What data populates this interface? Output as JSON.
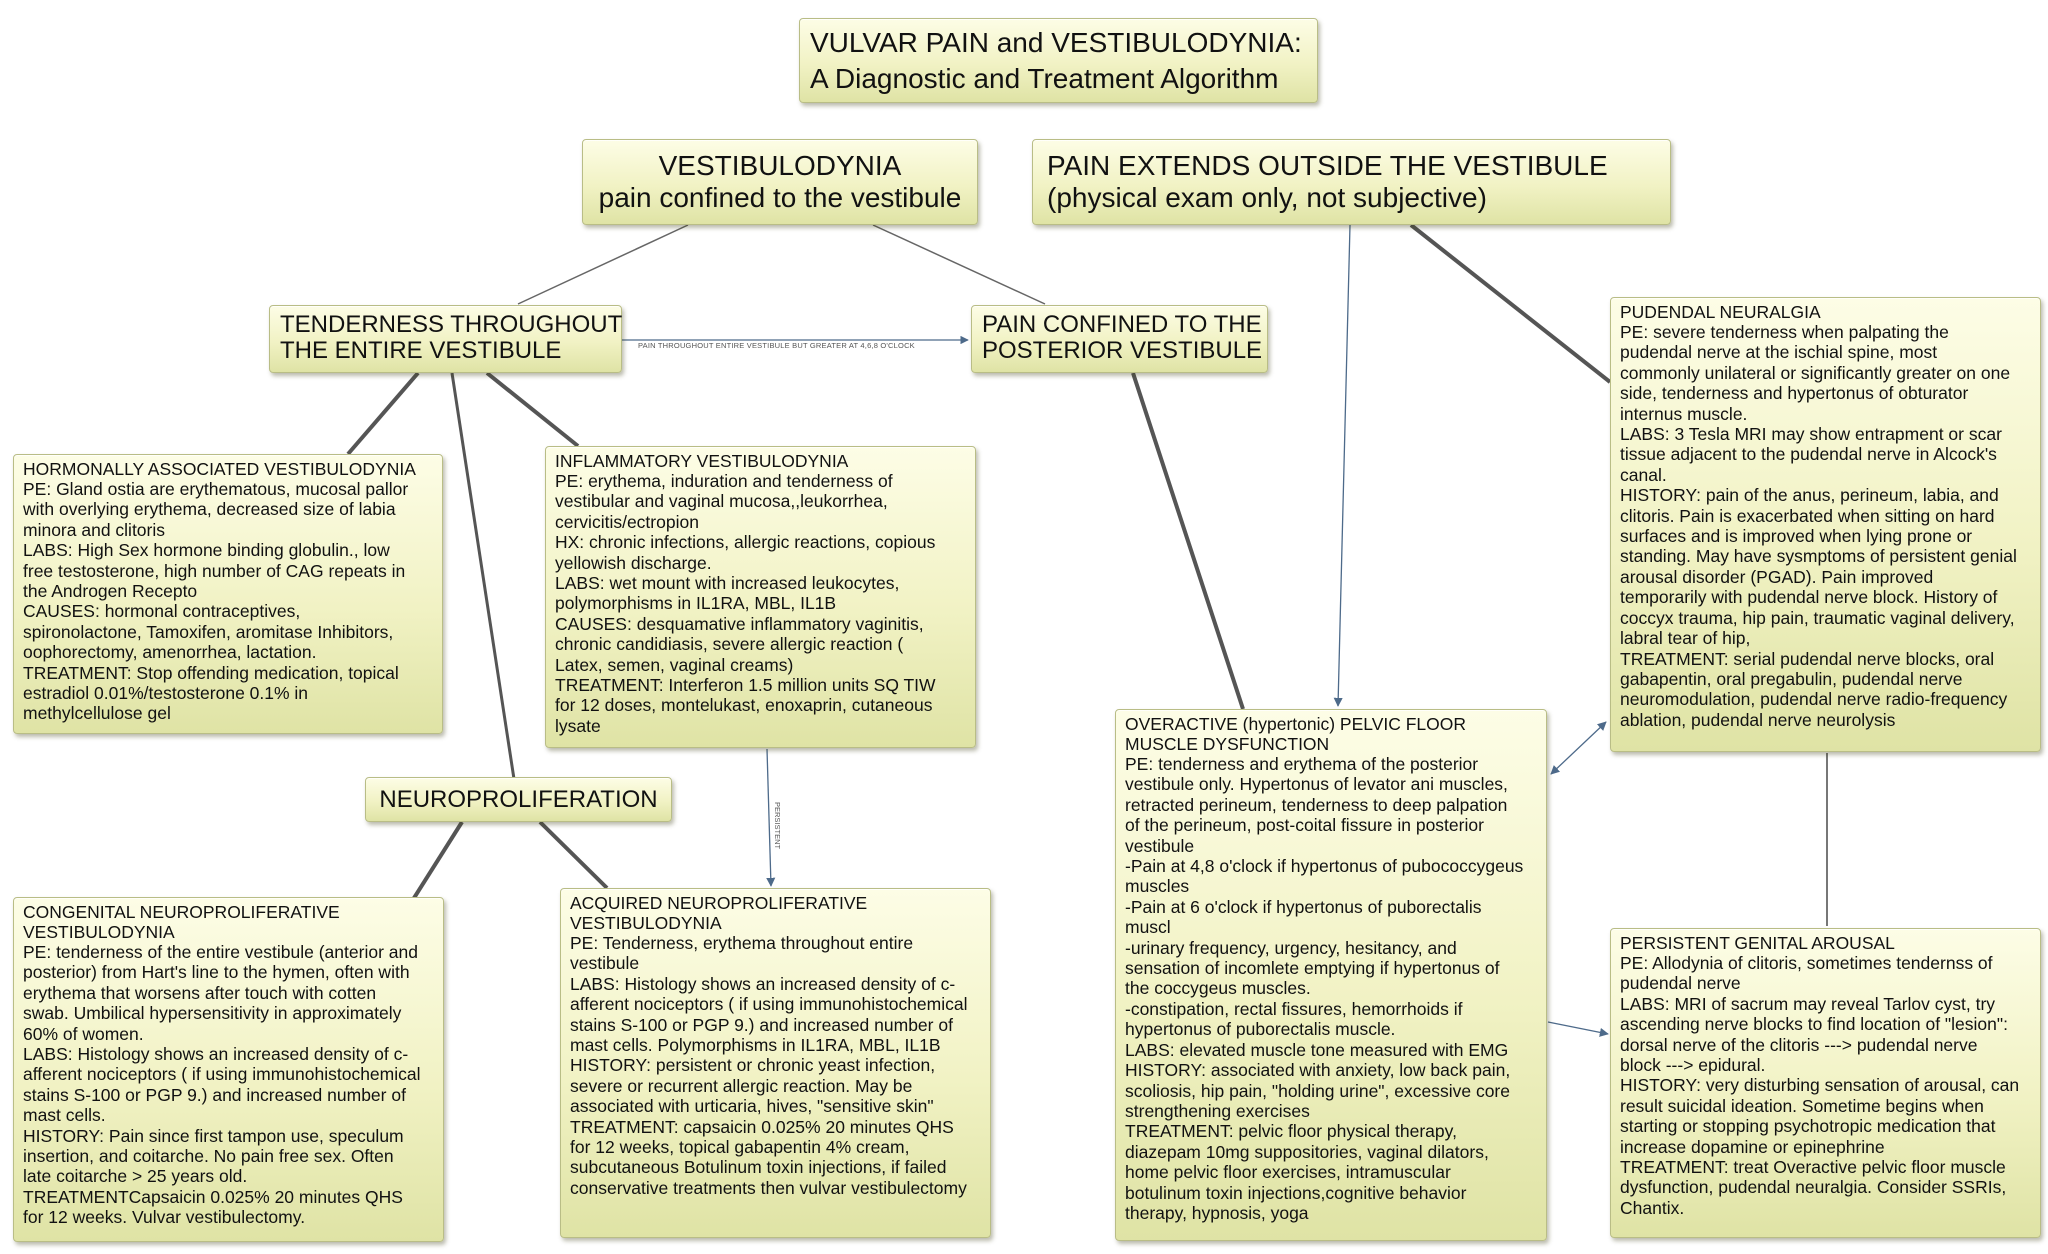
{
  "title": {
    "line1": "VULVAR PAIN and VESTIBULODYNIA:",
    "line2": "A Diagnostic and Treatment Algorithm"
  },
  "vestibulodynia": {
    "line1": "VESTIBULODYNIA",
    "line2": "pain confined to the vestibule"
  },
  "pain_extends": {
    "line1": "PAIN EXTENDS OUTSIDE THE VESTIBULE",
    "line2": "(physical exam only, not subjective)"
  },
  "tenderness": {
    "line1": "TENDERNESS THROUGHOUT",
    "line2": "THE ENTIRE VESTIBULE"
  },
  "posterior": {
    "line1": "PAIN CONFINED TO THE",
    "line2": "POSTERIOR VESTIBULE"
  },
  "neuroproliferation": {
    "label": "NEUROPROLIFERATION"
  },
  "edge_labels": {
    "tenderness_to_posterior": "PAIN THROUGHOUT ENTIRE VESTIBULE BUT GREATER AT 4,6,8 O'CLOCK",
    "persistent": "PERSISTENT"
  },
  "hormonal": {
    "title": "HORMONALLY ASSOCIATED VESTIBULODYNIA",
    "lines": [
      "PE: Gland ostia are erythematous, mucosal pallor",
      "with overlying erythema, decreased size of labia",
      "minora and clitoris",
      "LABS: High Sex hormone binding globulin., low",
      "free testosterone, high number of CAG repeats in",
      "the Androgen Recepto",
      "CAUSES: hormonal contraceptives,",
      "spironolactone, Tamoxifen, aromitase Inhibitors,",
      "oophorectomy, amenorrhea, lactation.",
      "TREATMENT: Stop offending medication, topical",
      "estradiol 0.01%/testosterone 0.1% in",
      "methylcellulose gel"
    ]
  },
  "inflammatory": {
    "title": "INFLAMMATORY VESTIBULODYNIA",
    "lines": [
      "PE: erythema, induration and tenderness of",
      "vestibular and vaginal mucosa,,leukorrhea,",
      "cervicitis/ectropion",
      "HX: chronic infections, allergic reactions, copious",
      "yellowish discharge.",
      "LABS: wet mount with increased leukocytes,",
      "polymorphisms in IL1RA, MBL, IL1B",
      "CAUSES: desquamative inflammatory vaginitis,",
      "chronic candidiasis, severe allergic reaction (",
      "Latex, semen, vaginal creams)",
      "TREATMENT: Interferon 1.5 million units SQ TIW",
      "for 12 doses, montelukast, enoxaprin, cutaneous",
      "lysate"
    ]
  },
  "congenital": {
    "title": "CONGENITAL NEUROPROLIFERATIVE\nVESTIBULODYNIA",
    "lines": [
      "PE: tenderness of the entire vestibule (anterior and",
      "posterior) from Hart's line to the hymen, often with",
      "erythema that worsens after touch with cotten",
      "swab. Umbilical hypersensitivity in approximately",
      "60% of women.",
      "LABS: Histology shows an increased density of c-",
      "afferent nociceptors ( if using immunohistochemical",
      "stains S-100 or PGP 9.) and increased number of",
      "mast cells.",
      "HISTORY: Pain since first tampon use, speculum",
      "insertion, and coitarche. No pain free sex. Often",
      "late coitarche > 25 years old.",
      "TREATMENTCapsaicin 0.025% 20 minutes QHS",
      "for 12 weeks. Vulvar vestibulectomy."
    ]
  },
  "acquired": {
    "title": "ACQUIRED NEUROPROLIFERATIVE\nVESTIBULODYNIA",
    "lines": [
      "PE: Tenderness, erythema  throughout entire",
      "vestibule",
      "LABS: Histology shows an increased density of c-",
      "afferent nociceptors ( if using immunohistochemical",
      "stains S-100 or PGP 9.) and increased number of",
      "mast cells. Polymorphisms in IL1RA, MBL, IL1B",
      "HISTORY: persistent or chronic yeast infection,",
      "severe or recurrent allergic reaction. May be",
      "associated with urticaria, hives, \"sensitive skin\"",
      "TREATMENT: capsaicin 0.025% 20 minutes QHS",
      "for 12 weeks, topical gabapentin 4% cream,",
      "subcutaneous Botulinum toxin injections, if failed",
      "conservative treatments then vulvar vestibulectomy"
    ]
  },
  "overactive": {
    "title": "OVERACTIVE (hypertonic)  PELVIC FLOOR\nMUSCLE DYSFUNCTION",
    "lines": [
      "PE: tenderness and erythema of the posterior",
      "vestibule only. Hypertonus of levator ani muscles,",
      "retracted perineum, tenderness to deep palpation",
      "of the perineum, post-coital fissure in posterior",
      "vestibule",
      "-Pain at 4,8 o'clock if hypertonus of pubococcygeus",
      "muscles",
      "-Pain at 6 o'clock if hypertonus of puborectalis",
      "muscl",
      "-urinary frequency, urgency, hesitancy, and",
      "sensation of incomlete emptying if hypertonus of",
      "the coccygeus muscles.",
      "-constipation, rectal fissures, hemorrhoids if",
      "hypertonus of  puborectalis muscle.",
      "LABS: elevated muscle tone measured with EMG",
      "HISTORY: associated with anxiety, low back pain,",
      "scoliosis, hip pain, \"holding urine\", excessive core",
      "strengthening exercises",
      "TREATMENT: pelvic floor physical therapy,",
      "diazepam 10mg suppositories, vaginal dilators,",
      "home pelvic floor exercises, intramuscular",
      "botulinum toxin injections,cognitive behavior",
      "therapy, hypnosis, yoga"
    ]
  },
  "pudendal": {
    "title": "PUDENDAL NEURALGIA",
    "lines": [
      "PE: severe tenderness when palpating the",
      "pudendal nerve at the ischial spine, most",
      "commonly unilateral or significantly greater on one",
      "side, tenderness and hypertonus of obturator",
      "internus muscle.",
      "LABS: 3 Tesla MRI may show entrapment or scar",
      "tissue adjacent to the pudendal nerve in Alcock's",
      "canal.",
      "HISTORY: pain of the anus, perineum, labia, and",
      "clitoris. Pain is exacerbated when sitting on hard",
      "surfaces and is improved when lying prone or",
      "standing. May have sysmptoms of persistent genial",
      "arousal disorder (PGAD). Pain improved",
      "temporarily with pudendal nerve block. History of",
      "coccyx trauma, hip pain, traumatic vaginal delivery,",
      "labral tear of hip,",
      "TREATMENT: serial pudendal nerve blocks, oral",
      "gabapentin, oral pregabulin, pudendal nerve",
      "neuromodulation, pudendal nerve radio-frequency",
      "ablation, pudendal nerve neurolysis"
    ]
  },
  "persistent": {
    "title": "PERSISTENT GENITAL AROUSAL",
    "lines": [
      "PE: Allodynia of clitoris, sometimes tendernss of",
      "pudendal nerve",
      "LABS: MRI of sacrum may reveal Tarlov cyst, try",
      "ascending nerve blocks to find location of \"lesion\":",
      "dorsal nerve of the clitoris ---> pudendal nerve",
      "block ---> epidural.",
      "HISTORY: very disturbing sensation of arousal, can",
      "result suicidal ideation. Sometime begins when",
      "starting or stopping psychotropic medication that",
      "increase dopamine or epinephrine",
      "TREATMENT: treat Overactive pelvic floor muscle",
      "dysfunction, pudendal neuralgia. Consider SSRIs,",
      "Chantix."
    ]
  }
}
